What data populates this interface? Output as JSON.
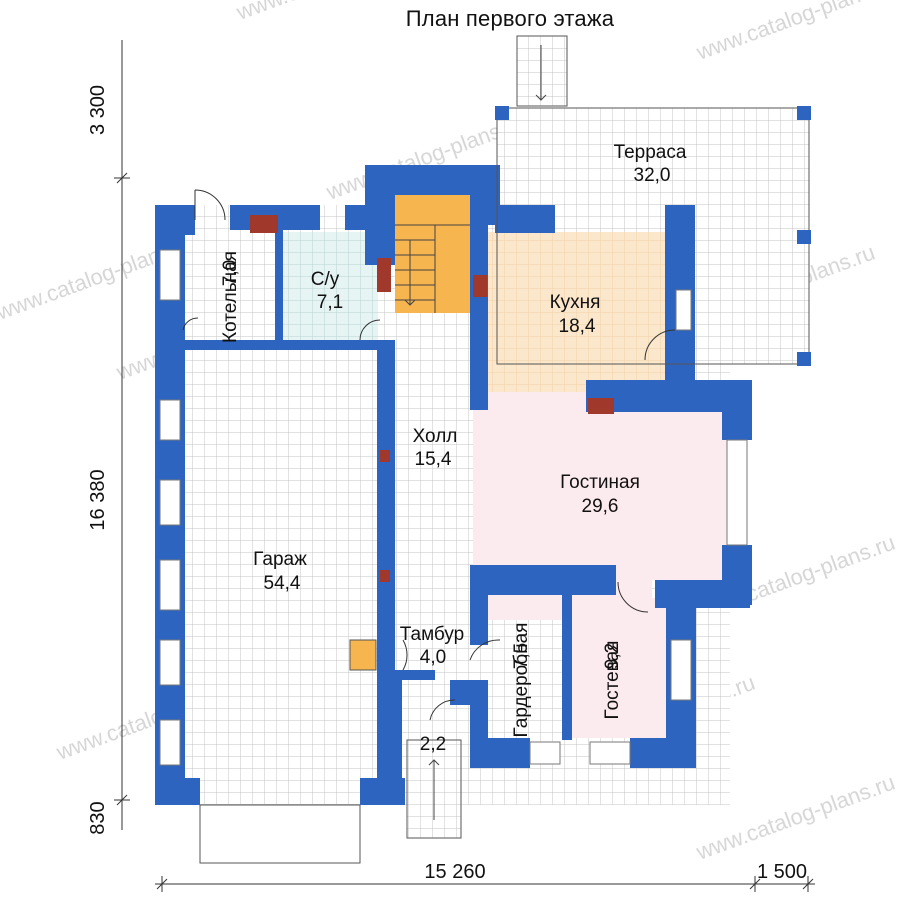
{
  "title": "План первого этажа",
  "watermark": "www.catalog-plans.ru",
  "rooms": [
    {
      "id": "boiler",
      "name": "Котельная",
      "area": "7,0"
    },
    {
      "id": "wc",
      "name": "С/у",
      "area": "7,1"
    },
    {
      "id": "kitchen",
      "name": "Кухня",
      "area": "18,4"
    },
    {
      "id": "terrace",
      "name": "Терраса",
      "area": "32,0"
    },
    {
      "id": "hall",
      "name": "Холл",
      "area": "15,4"
    },
    {
      "id": "living",
      "name": "Гостиная",
      "area": "29,6"
    },
    {
      "id": "garage",
      "name": "Гараж",
      "area": "54,4"
    },
    {
      "id": "vestibule",
      "name": "Тамбур",
      "area": "4,0"
    },
    {
      "id": "wardrobe",
      "name": "Гардеробная",
      "area": "7,5"
    },
    {
      "id": "guest",
      "name": "Гостевая",
      "area": "9,2"
    },
    {
      "id": "porch",
      "name": "",
      "area": "2,2"
    }
  ],
  "dimensions": {
    "top_vertical": "3 300",
    "main_vertical": "16 380",
    "bottom_vertical": "830",
    "main_horizontal": "15 260",
    "right_horizontal": "1 500"
  },
  "colors": {
    "wall": "#2d64c0",
    "tile_grid": "#c6c6c6",
    "wc_fill": "#e6f4f4",
    "kitchen_fill": "#fbe7cc",
    "living_fill": "#fcebee",
    "stair_fill": "#f7b550",
    "chimney": "#a0392c"
  }
}
